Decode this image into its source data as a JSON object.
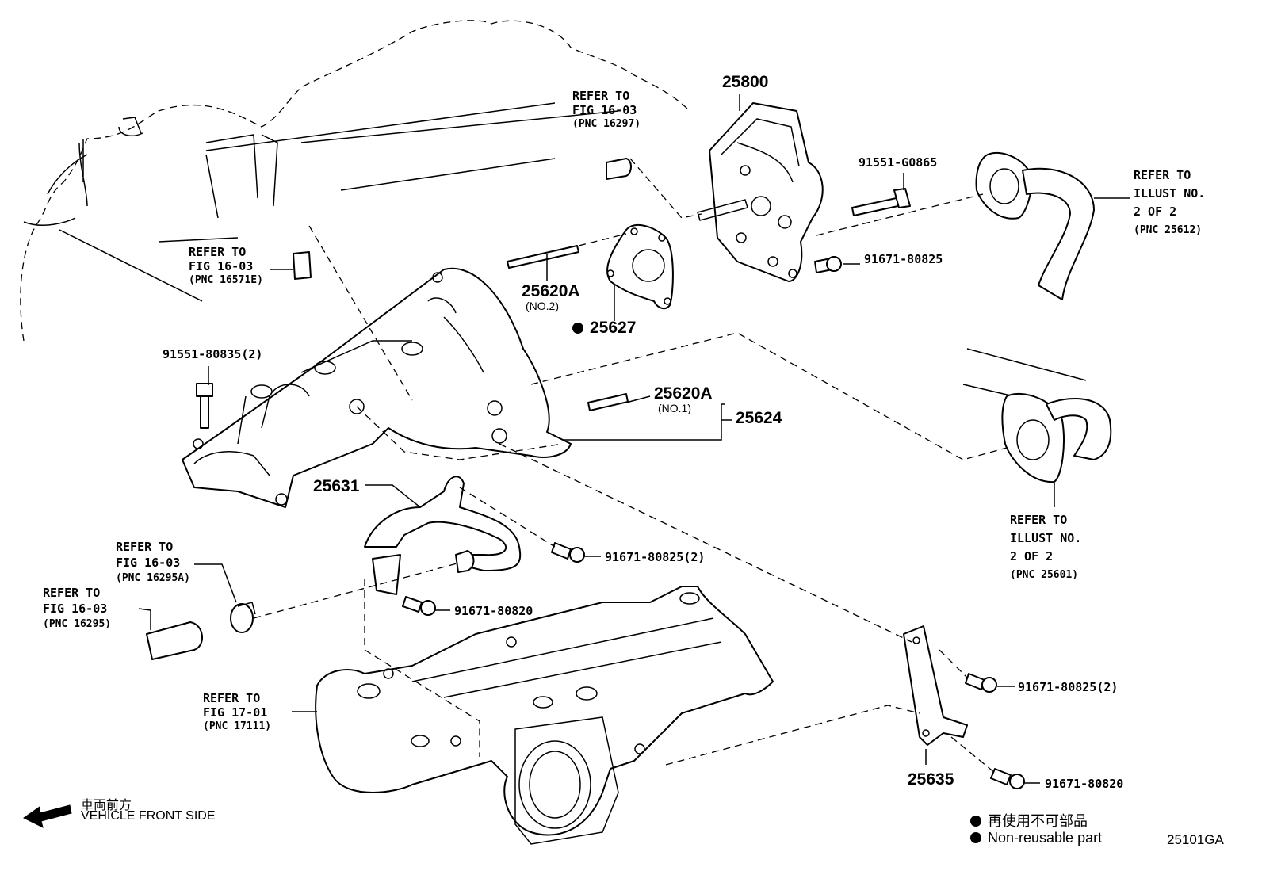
{
  "parts": {
    "p25800": "25800",
    "p91551_g0865": "91551-G0865",
    "p91671_80825_a": "91671-80825",
    "p25620a_no2": "25620A",
    "p25620a_no2_sub": "(NO.2)",
    "p25627": "25627",
    "p91551_80835": "91551-80835(2)",
    "p25620a_no1": "25620A",
    "p25620a_no1_sub": "(NO.1)",
    "p25624": "25624",
    "p25631": "25631",
    "p91671_80825_2a": "91671-80825(2)",
    "p91671_80820_a": "91671-80820",
    "p91671_80825_2b": "91671-80825(2)",
    "p25635": "25635",
    "p91671_80820_b": "91671-80820"
  },
  "refs": {
    "fig1603_16297": {
      "l1": "REFER TO",
      "l2": "FIG 16-03",
      "l3": "(PNC 16297)"
    },
    "fig1603_16571e": {
      "l1": "REFER TO",
      "l2": "FIG 16-03",
      "l3": "(PNC 16571E)"
    },
    "illust_25612": {
      "l1": "REFER TO",
      "l2": "ILLUST NO.",
      "l3": "2 OF 2",
      "l4": "(PNC 25612)"
    },
    "illust_25601": {
      "l1": "REFER TO",
      "l2": "ILLUST NO.",
      "l3": "2 OF 2",
      "l4": "(PNC 25601)"
    },
    "fig1603_16295a": {
      "l1": "REFER TO",
      "l2": "FIG 16-03",
      "l3": "(PNC 16295A)"
    },
    "fig1603_16295": {
      "l1": "REFER TO",
      "l2": "FIG 16-03",
      "l3": "(PNC 16295)"
    },
    "fig1701_17111": {
      "l1": "REFER TO",
      "l2": "FIG 17-01",
      "l3": "(PNC 17111)"
    }
  },
  "direction": {
    "jp": "車両前方",
    "en": "VEHICLE FRONT SIDE"
  },
  "legend": {
    "jp": "再使用不可部品",
    "en": "Non-reusable part"
  },
  "figure_id": "25101GA"
}
